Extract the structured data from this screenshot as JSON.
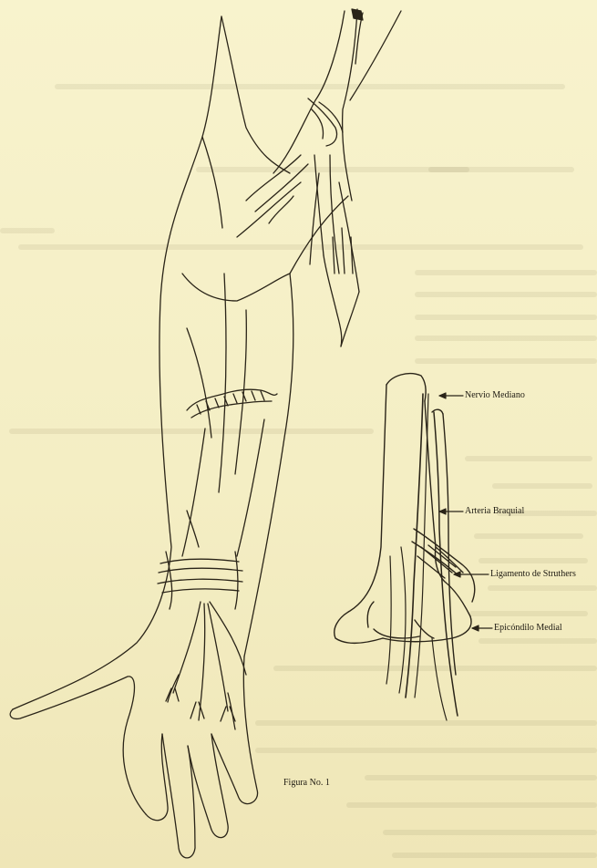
{
  "figure": {
    "caption": "Figura No. 1",
    "labels": {
      "nervio_mediano": "Nervio Mediano",
      "arteria_braquial": "Arteria Braquial",
      "ligamento_struthers": "Ligamento de Struthers",
      "epicondilo_medial": "Epicóndilo Medial"
    }
  },
  "colors": {
    "paper": "#f6f1c8",
    "ink": "#2a2418"
  }
}
